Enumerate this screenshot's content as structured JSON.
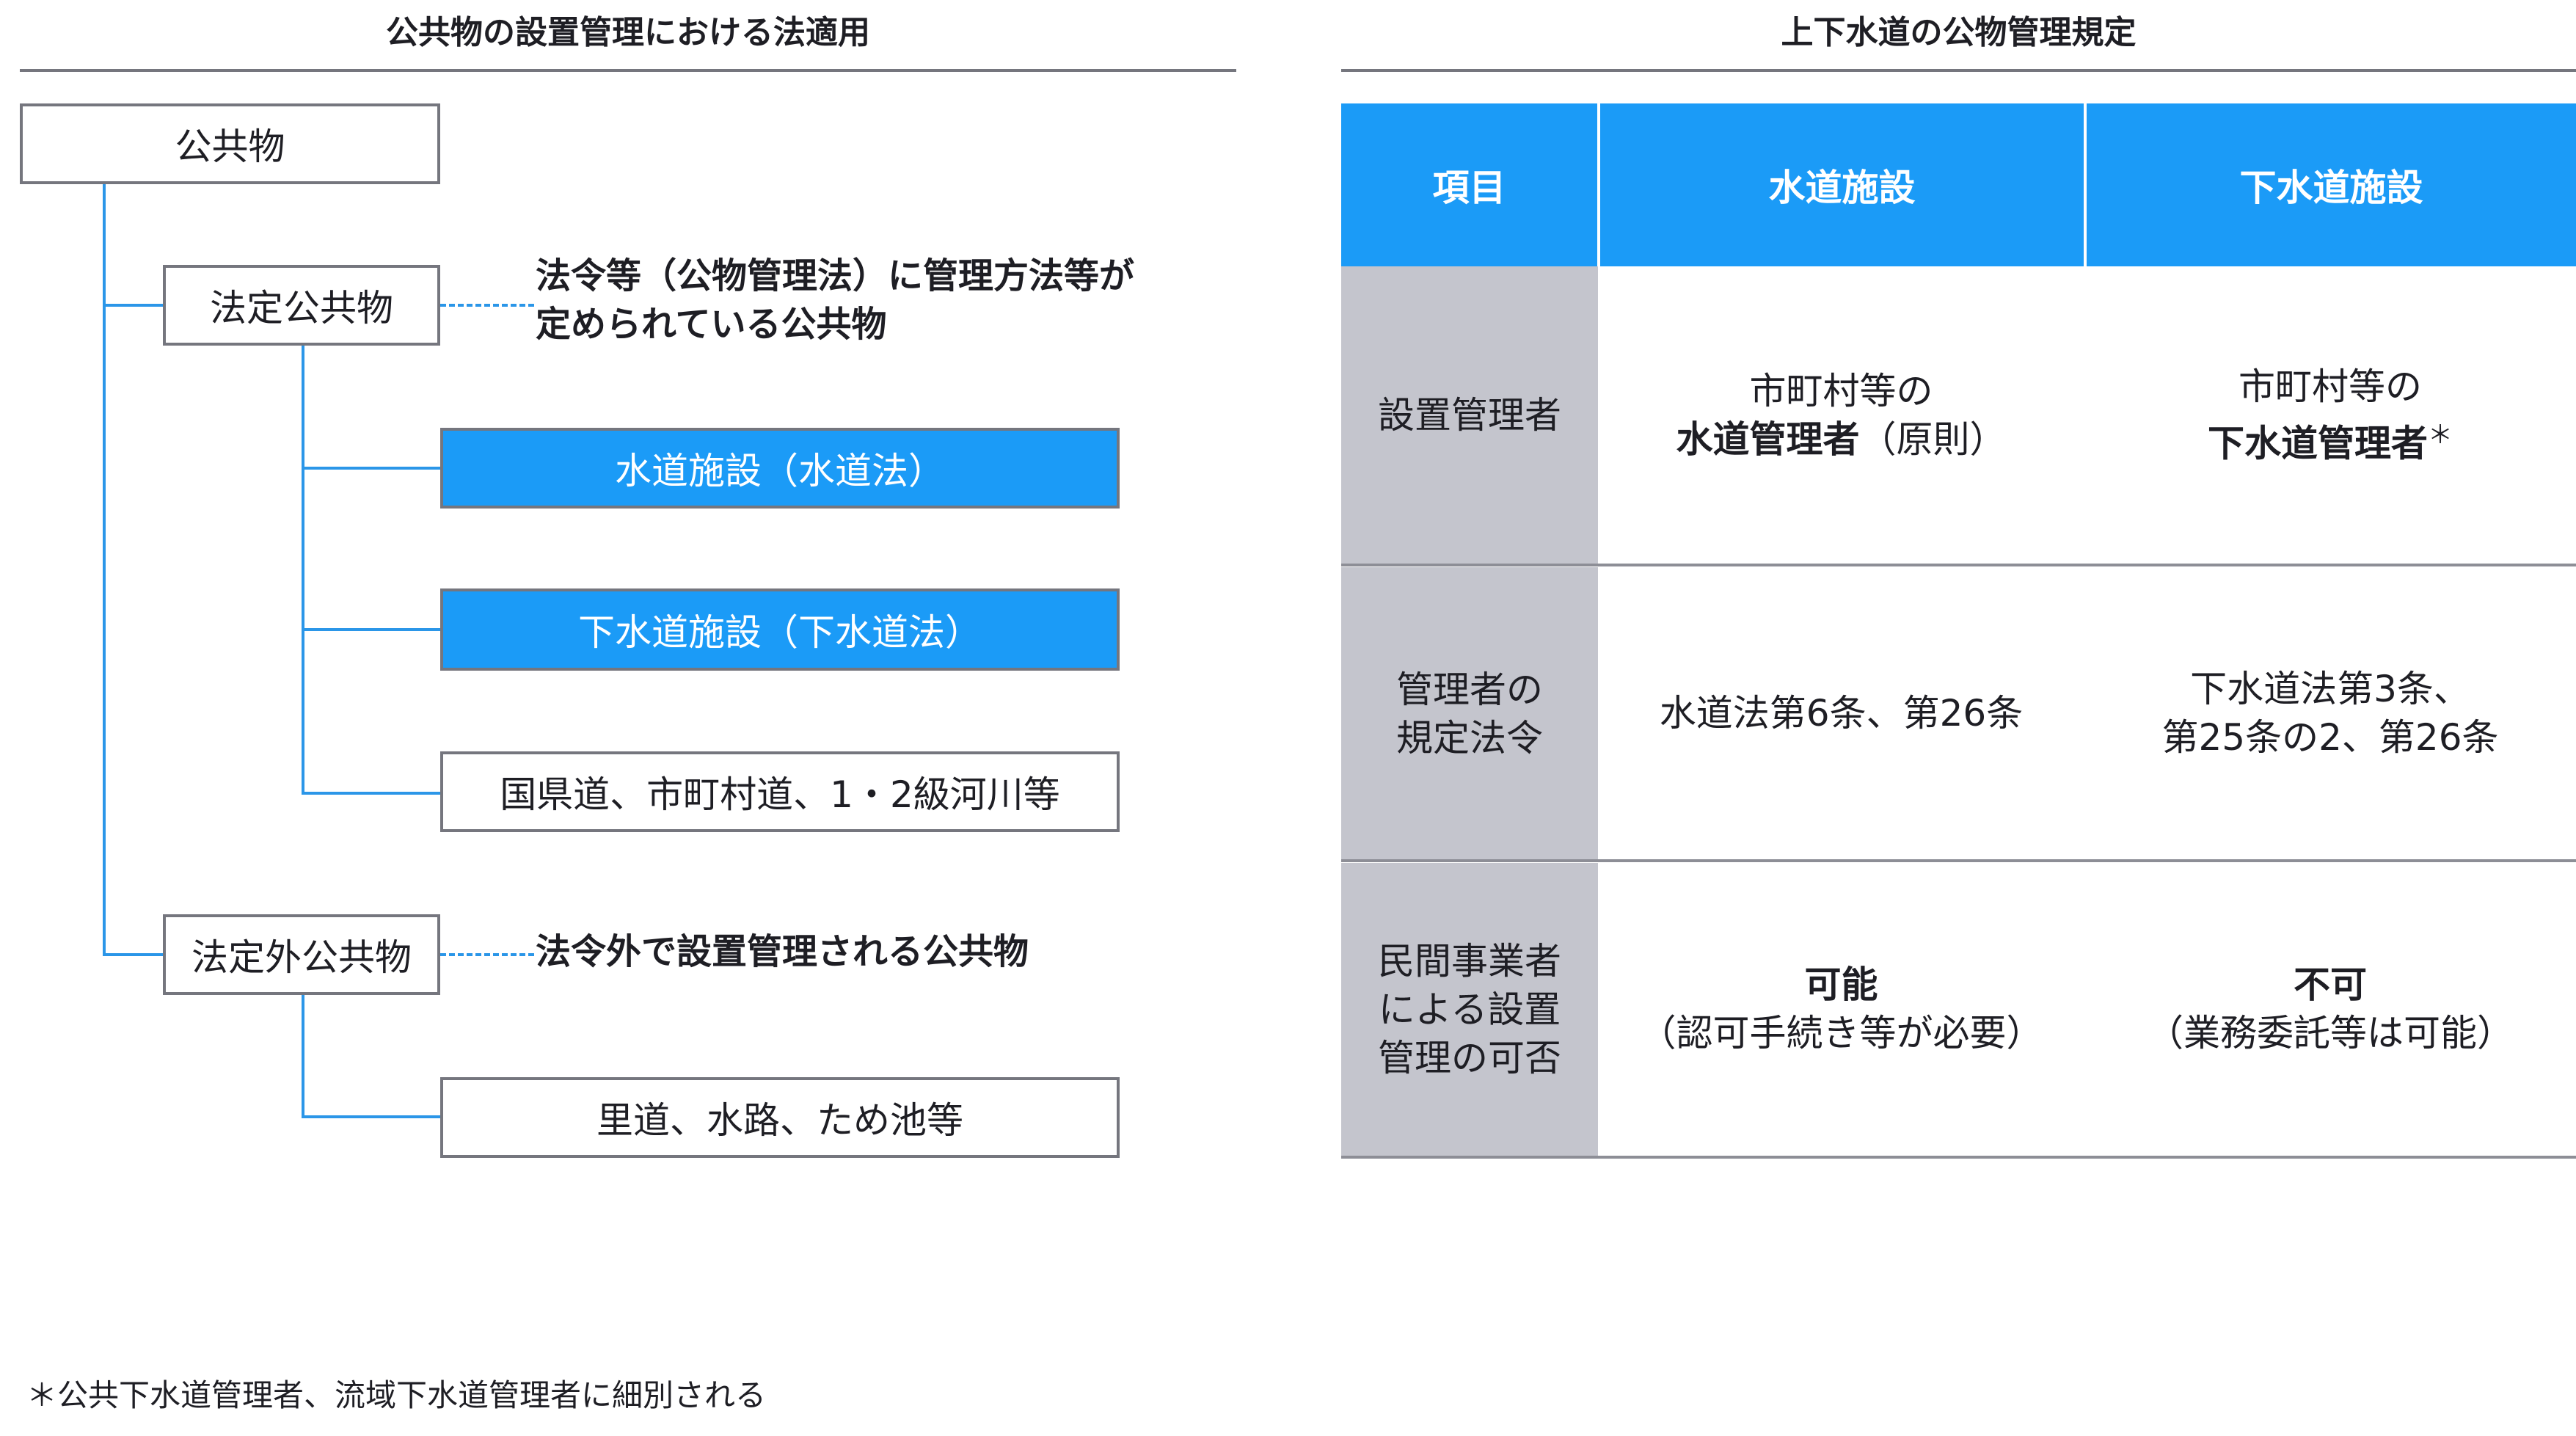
{
  "left_panel": {
    "title": "公共物の設置管理における法適用",
    "root": "公共物",
    "statutory": {
      "label": "法定公共物",
      "description_line1": "法令等（公物管理法）に管理方法等が",
      "description_line2": "定められている公共物",
      "children": [
        {
          "label": "水道施設（水道法）",
          "highlight": true
        },
        {
          "label": "下水道施設（下水道法）",
          "highlight": true
        },
        {
          "label": "国県道、市町村道、1・2級河川等",
          "highlight": false
        }
      ]
    },
    "non_statutory": {
      "label": "法定外公共物",
      "description": "法令外で設置管理される公共物",
      "children": [
        {
          "label": "里道、水路、ため池等",
          "highlight": false
        }
      ]
    }
  },
  "right_panel": {
    "title": "上下水道の公物管理規定",
    "headers": [
      "項目",
      "水道施設",
      "下水道施設"
    ],
    "rows": [
      {
        "item": "設置管理者",
        "water": {
          "line1": "市町村等の",
          "bold": "水道管理者",
          "suffix": "（原則）"
        },
        "sewer": {
          "line1": "市町村等の",
          "bold": "下水道管理者",
          "suffix": "＊"
        }
      },
      {
        "item_line1": "管理者の",
        "item_line2": "規定法令",
        "water": {
          "line1": "水道法第6条、第26条"
        },
        "sewer": {
          "line1": "下水道法第3条、",
          "line2": "第25条の2、第26条"
        }
      },
      {
        "item_line1": "民間事業者",
        "item_line2": "による設置",
        "item_line3": "管理の可否",
        "water": {
          "bold": "可能",
          "line2": "（認可手続き等が必要）"
        },
        "sewer": {
          "bold": "不可",
          "line2": "（業務委託等は可能）"
        }
      }
    ]
  },
  "footnote": "＊公共下水道管理者、流域下水道管理者に細別される",
  "colors": {
    "accent_blue": "#1b9bf7",
    "connector_blue": "#2b96e8",
    "row_header_gray": "#c4c5cd",
    "border_gray": "#75767e",
    "text": "#1e1e24"
  }
}
